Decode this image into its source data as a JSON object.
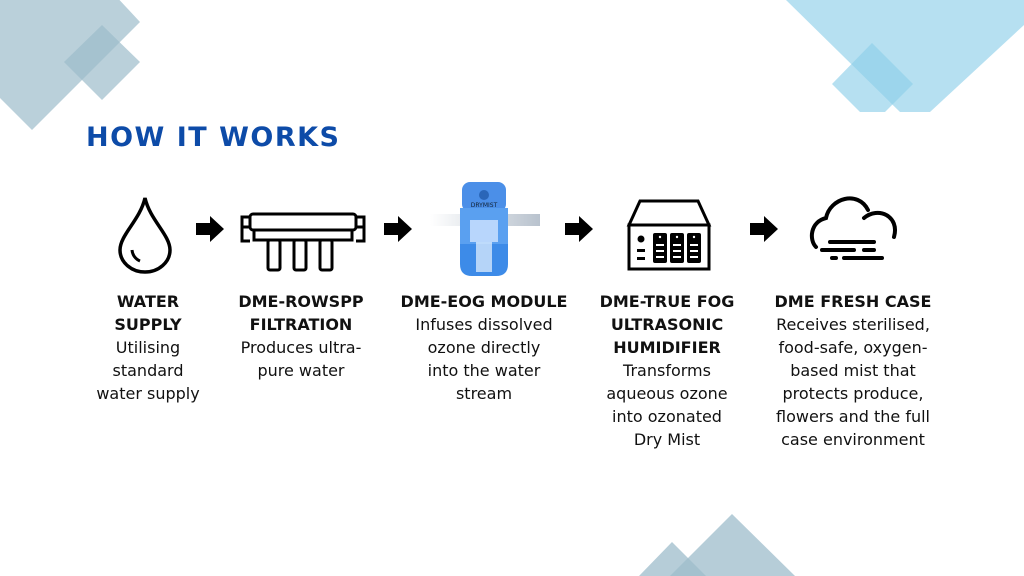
{
  "title": "HOW IT WORKS",
  "steps": [
    {
      "heading": "WATER SUPPLY",
      "body": "Utilising standard water supply",
      "icon": "water-drop-icon"
    },
    {
      "heading": "DME-ROWSPP FILTRATION",
      "body": "Produces ultra-pure water",
      "icon": "filtration-unit-icon"
    },
    {
      "heading": "DME-EOG MODULE",
      "body": "Infuses dissolved ozone directly into the water stream",
      "icon": "ozone-module-image",
      "logo_text": "DRYMIST"
    },
    {
      "heading": "DME-TRUE FOG ULTRASONIC HUMIDIFIER",
      "body": "Transforms aqueous ozone into ozonated Dry Mist",
      "icon": "humidifier-icon"
    },
    {
      "heading": "DME FRESH CASE",
      "body": "Receives sterilised, food-safe, oxygen-based mist that protects produce, flowers and the full case environment",
      "icon": "fog-cloud-icon"
    }
  ],
  "colors": {
    "title": "#0d4ba8",
    "deco_grey": "#b8cfda",
    "deco_blue": "#b5e0ef"
  }
}
